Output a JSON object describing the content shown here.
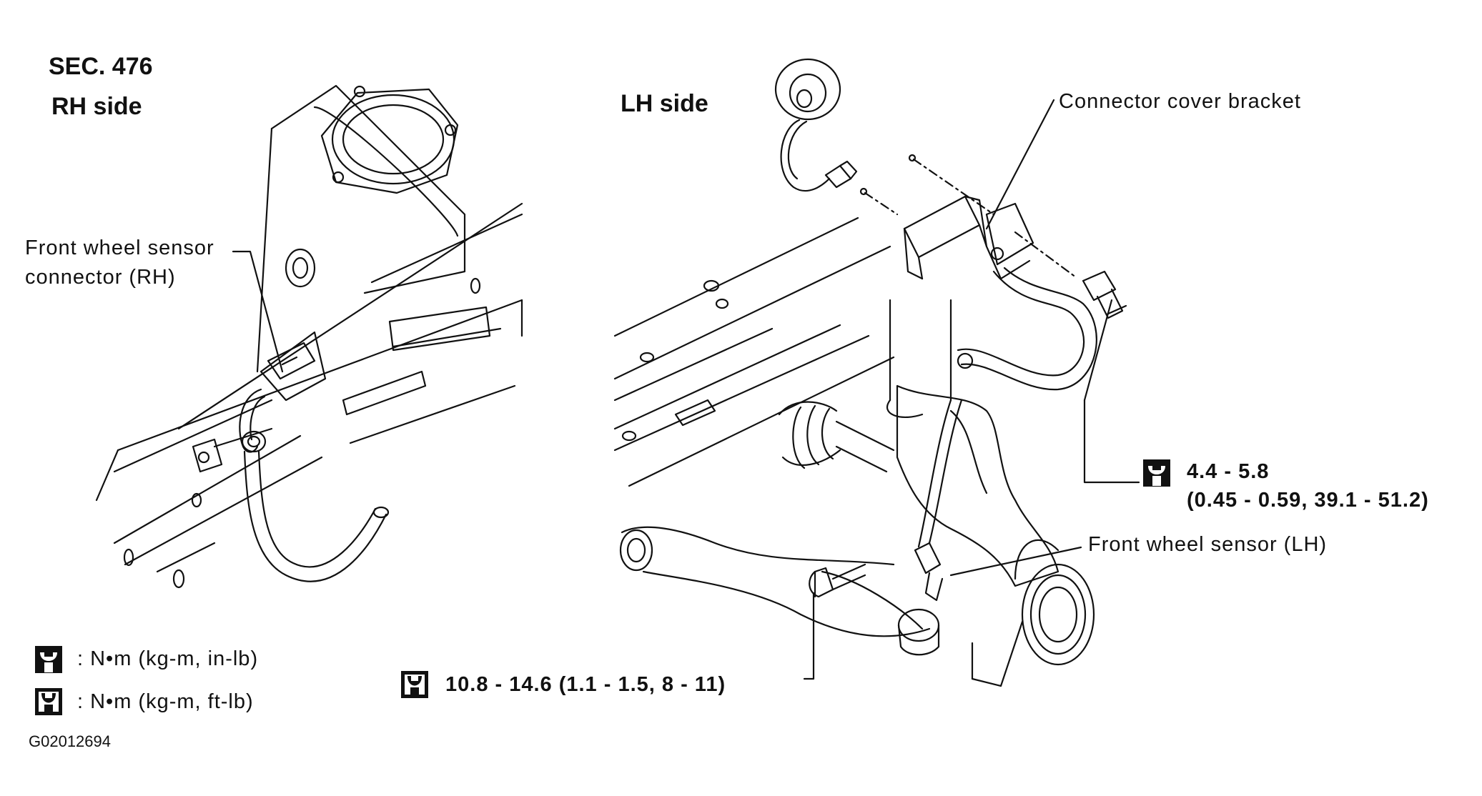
{
  "section": "SEC. 476",
  "rh_side": {
    "title": "RH side",
    "connector_label_line1": "Front wheel sensor",
    "connector_label_line2": "connector (RH)"
  },
  "lh_side": {
    "title": "LH side",
    "bracket_label": "Connector cover bracket",
    "sensor_label": "Front wheel sensor (LH)"
  },
  "torques": {
    "bracket_bolt_line1": "4.4 - 5.8",
    "bracket_bolt_line2": "(0.45 - 0.59, 39.1 - 51.2)",
    "sensor_bolt": "10.8 - 14.6 (1.1 - 1.5, 8 - 11)"
  },
  "legend": {
    "small_wrench": ": N•m (kg-m, in-lb)",
    "large_wrench": ": N•m (kg-m, ft-lb)"
  },
  "figure_code": "G02012694",
  "icons": {
    "filled_wrench": "torque-wrench-inlb-icon",
    "open_wrench": "torque-wrench-ftlb-icon"
  },
  "colors": {
    "ink": "#111111",
    "paper": "#ffffff"
  }
}
